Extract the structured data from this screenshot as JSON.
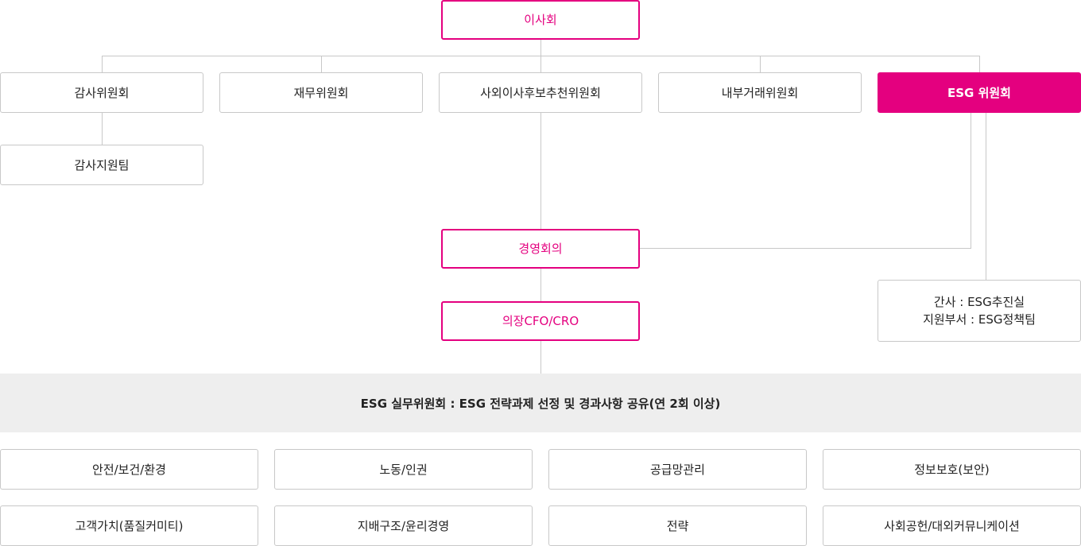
{
  "colors": {
    "accent": "#e4007f",
    "line": "#c8c8c8",
    "band": "#eeeeee"
  },
  "board": "이사회",
  "committees": [
    "감사위원회",
    "재무위원회",
    "사외이사후보추천위원회",
    "내부거래위원회",
    "ESG 위원회"
  ],
  "audit_support": "감사지원팀",
  "management_meeting": "경영회의",
  "chair": "의장CFO/CRO",
  "esg_support": {
    "secretary": "간사 : ESG추진실",
    "dept": "지원부서 : ESG정책팀"
  },
  "working_committee": "ESG 실무위원회 : ESG 전략과제 선정 및 경과사항 공유(연 2회 이상)",
  "working_groups": [
    "안전/보건/환경",
    "노동/인권",
    "공급망관리",
    "정보보호(보안)",
    "고객가치(품질커미티)",
    "지배구조/윤리경영",
    "전략",
    "사회공헌/대외커뮤니케이션"
  ]
}
